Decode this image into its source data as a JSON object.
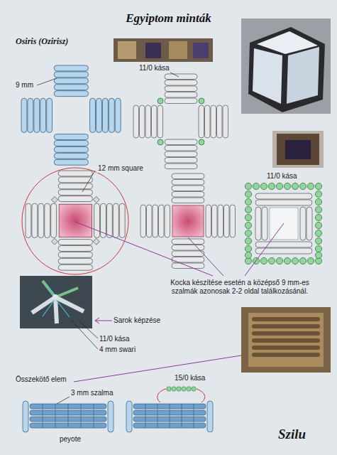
{
  "diagram": {
    "title": "Egyiptom minták",
    "labels": [
      "Osiris (Ozirisz)",
      "9 mm",
      "11/0 kása",
      "12 mm square",
      "11/0 kása",
      "Kocka készítése esetén a középső 9 mm-es szalmák azonosak 2-2 oldal találkozásánál.",
      "Sarok képzése",
      "11/0 kása",
      "4 mm swari",
      "Összekötő elem",
      "3 mm szalma",
      "15/0 kása",
      "peyote",
      "Szilu"
    ]
  }
}
